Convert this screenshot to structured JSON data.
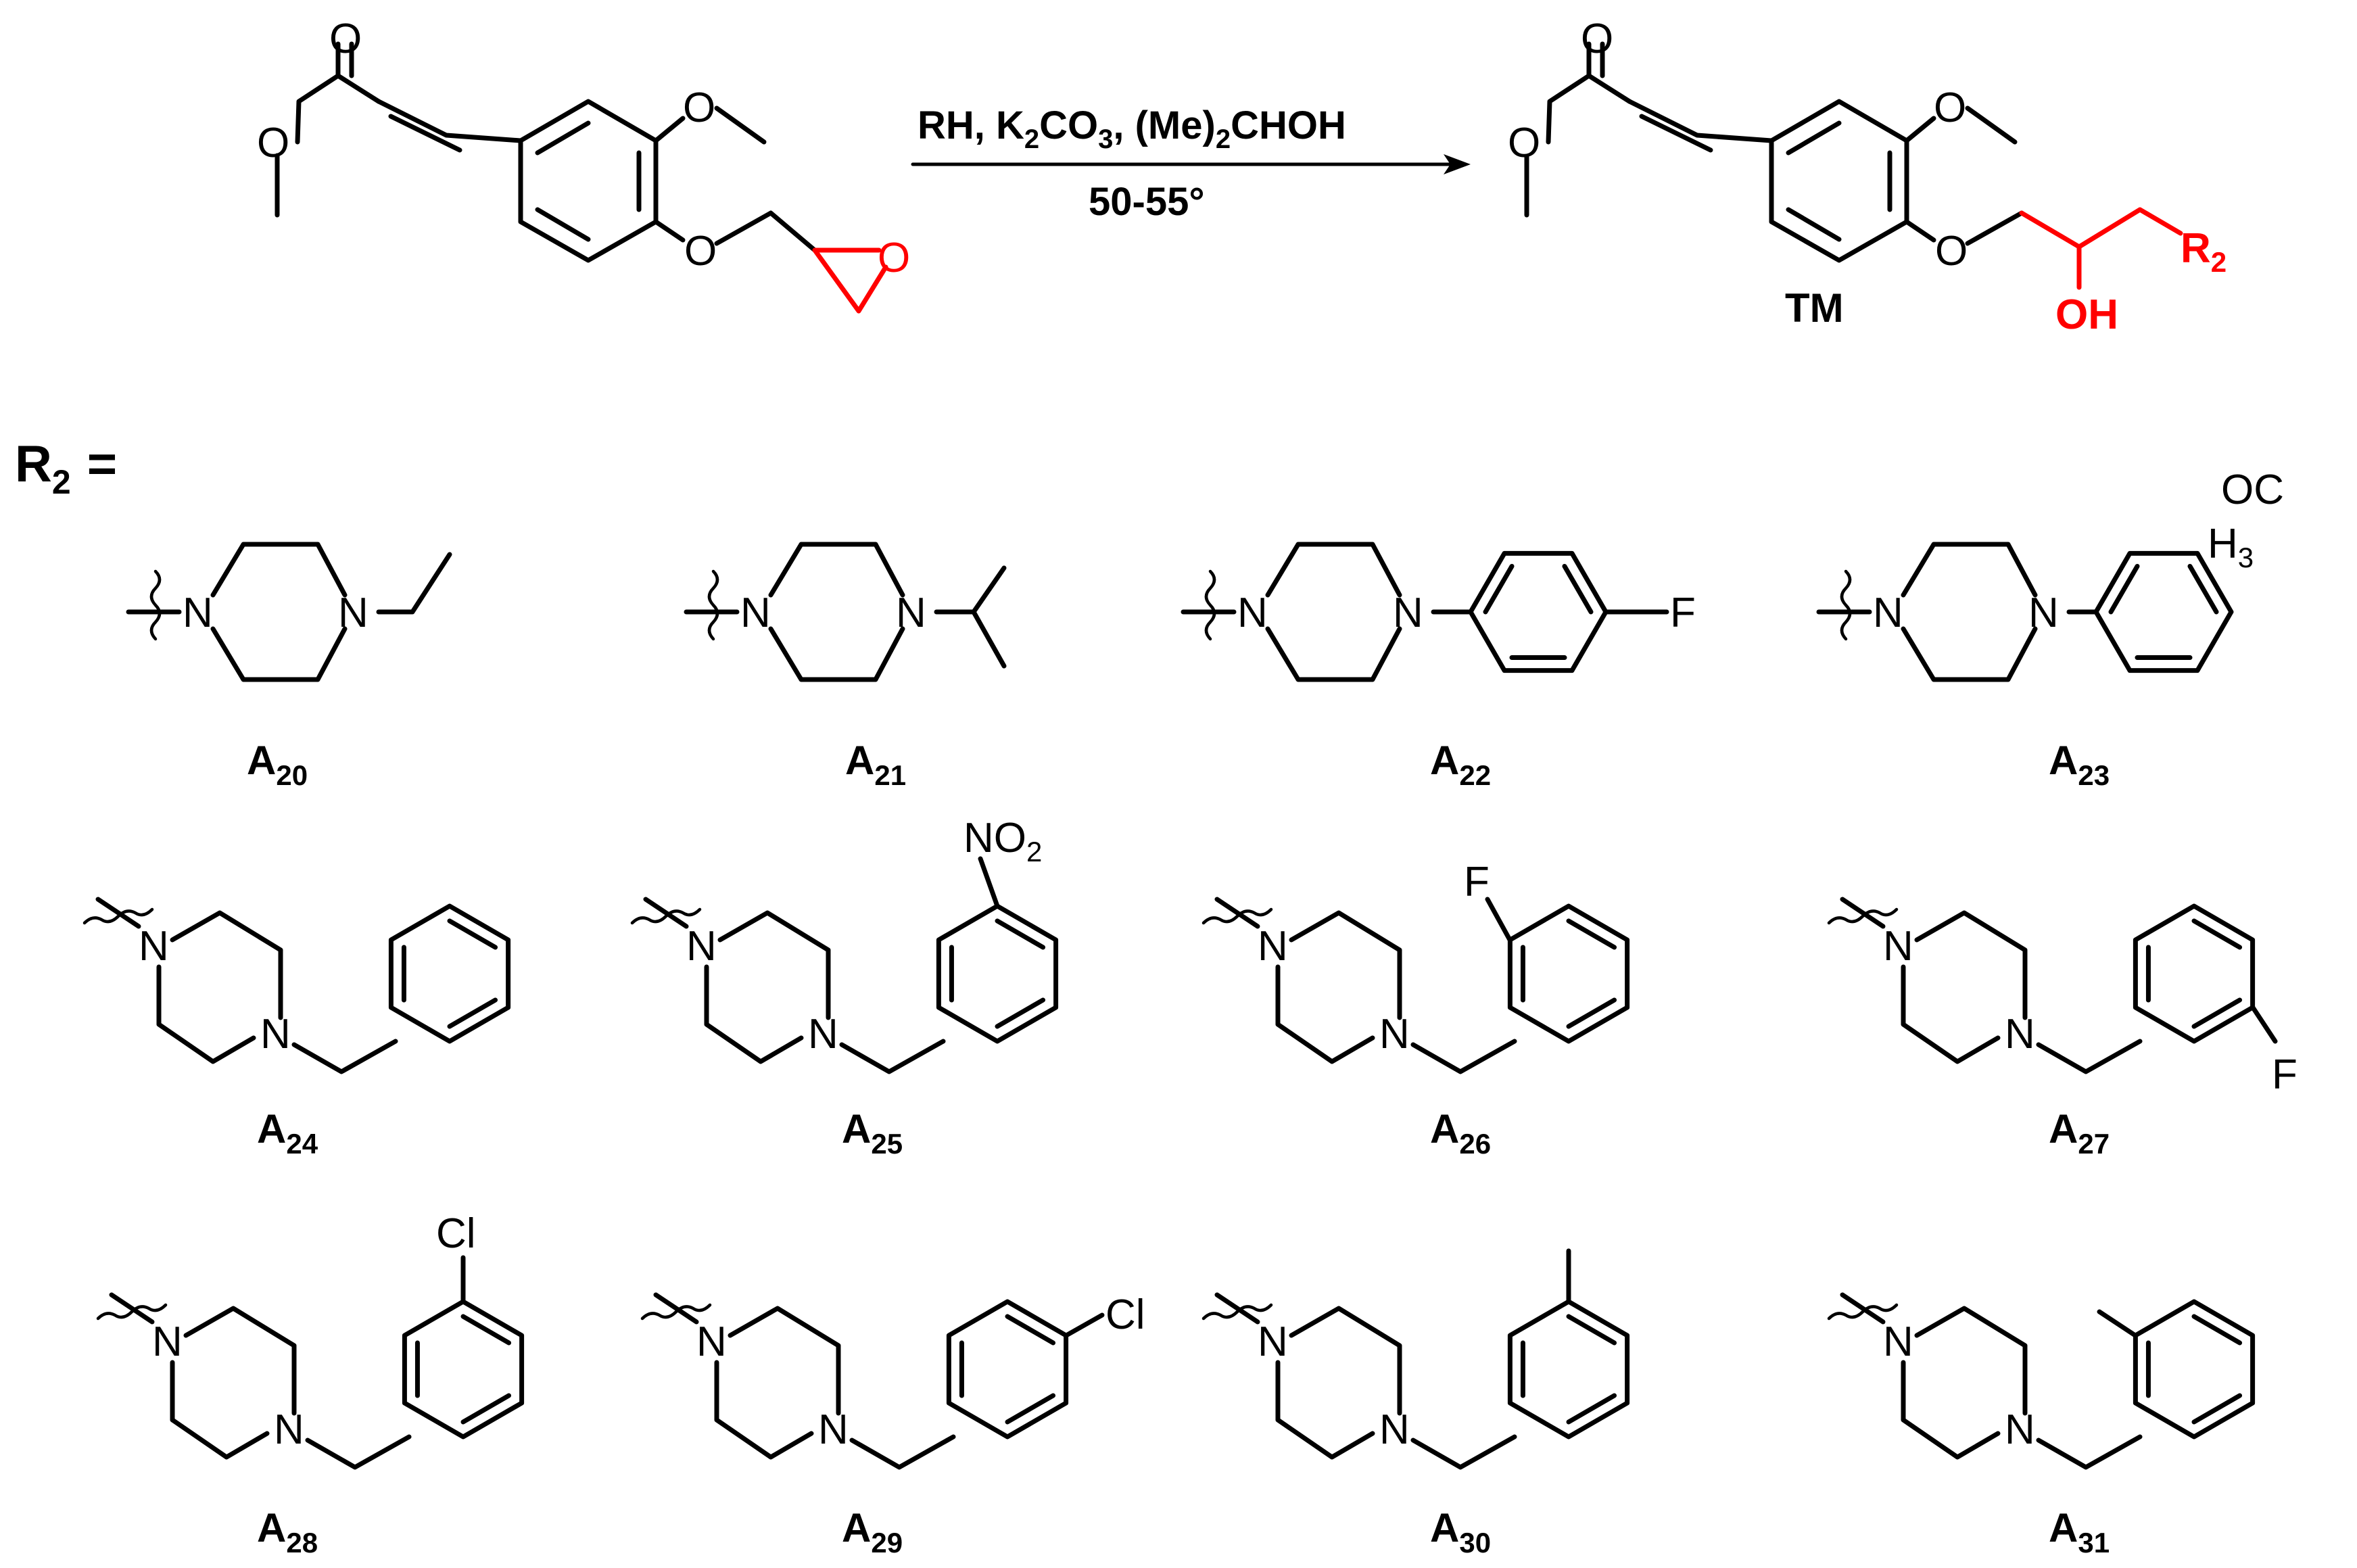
{
  "reaction": {
    "conditions_line1": {
      "a": "RH, K",
      "a_sub": "2",
      "b": "CO",
      "b_sub": "3",
      "c": ", (Me)",
      "c_sub": "2",
      "d": "CHOH"
    },
    "conditions_line2": "50-55°",
    "product_label": "TM",
    "atoms": {
      "O": "O",
      "OH": "OH",
      "R": "R",
      "R_sub": "2"
    }
  },
  "r2_header": {
    "text": "R",
    "sub": "2",
    "eq": "="
  },
  "substituent_atoms": {
    "N": "N",
    "F": "F",
    "Cl": "Cl",
    "NO": "NO",
    "NO_sub": "2",
    "OC": "OC",
    "H": "H",
    "H_sub": "3"
  },
  "compounds": [
    {
      "id": "A",
      "num": "20"
    },
    {
      "id": "A",
      "num": "21"
    },
    {
      "id": "A",
      "num": "22"
    },
    {
      "id": "A",
      "num": "23"
    },
    {
      "id": "A",
      "num": "24"
    },
    {
      "id": "A",
      "num": "25"
    },
    {
      "id": "A",
      "num": "26"
    },
    {
      "id": "A",
      "num": "27"
    },
    {
      "id": "A",
      "num": "28"
    },
    {
      "id": "A",
      "num": "29"
    },
    {
      "id": "A",
      "num": "30"
    },
    {
      "id": "A",
      "num": "31"
    }
  ]
}
